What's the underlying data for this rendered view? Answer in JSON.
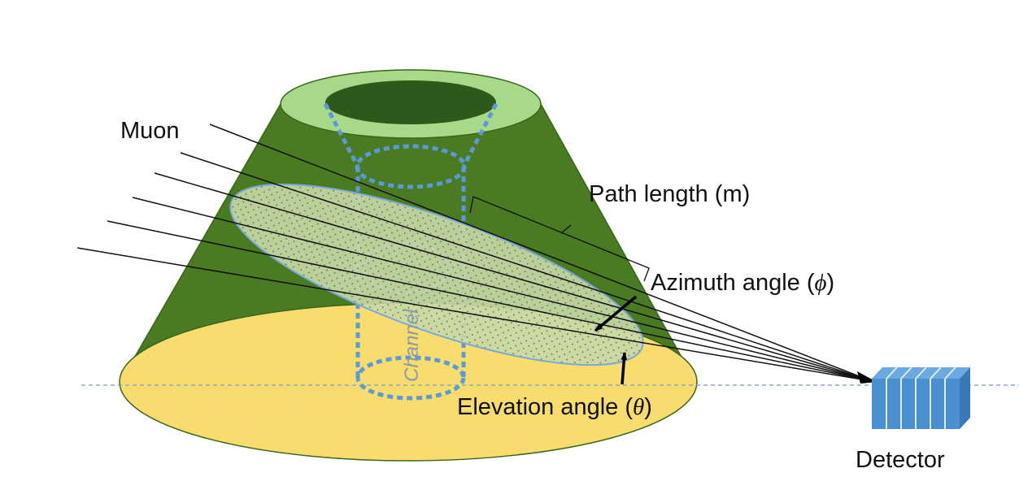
{
  "labels": {
    "muon": "Muon",
    "path_length": "Path length (m)",
    "azimuth_text": "Azimuth angle (",
    "azimuth_symbol": "ϕ",
    "elevation_text": "Elevation angle (",
    "elevation_symbol": "θ",
    "close_paren": ")",
    "channel": "Channel",
    "detector": "Detector"
  },
  "colors": {
    "cone_body": "#4a7a22",
    "cone_base": "#f9dc6e",
    "crater_rim": "#a8d88a",
    "crater_hole": "#2d5a1a",
    "ellipse_fill": "#c8d8a8",
    "channel_outline": "#5a9ad8",
    "detector": "#4a90d0",
    "horizon": "#6aa0d0"
  }
}
